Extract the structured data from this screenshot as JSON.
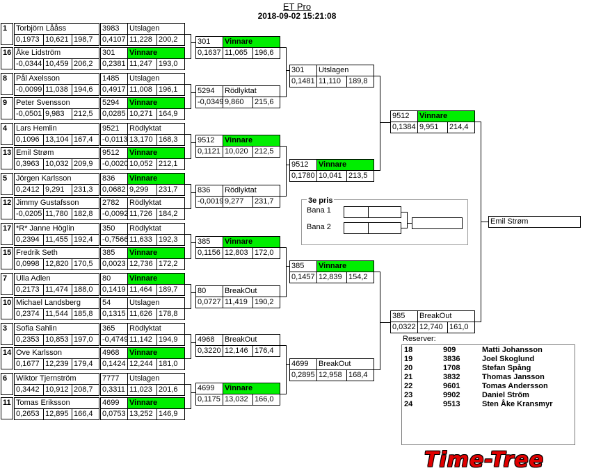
{
  "header": {
    "title": "ET Pro",
    "datetime": "2018-09-02 15:21:08"
  },
  "r1": [
    {
      "seed": "1",
      "name": "Torbjörn Lååss",
      "rt": "0,1973",
      "et": "10,621",
      "sp": "198,7",
      "lane": "3983",
      "res": "Utslagen",
      "rt2": "0,4107",
      "et2": "11,228",
      "sp2": "200,2",
      "win": false
    },
    {
      "seed": "16",
      "name": "Åke Lidström",
      "rt": "-0,0344",
      "et": "10,459",
      "sp": "206,2",
      "lane": "301",
      "res": "Vinnare",
      "rt2": "0,2381",
      "et2": "11,247",
      "sp2": "193,0",
      "win": true
    },
    {
      "seed": "8",
      "name": "Pål Axelsson",
      "rt": "-0,0099",
      "et": "11,038",
      "sp": "194,6",
      "lane": "1485",
      "res": "Utslagen",
      "rt2": "0,4917",
      "et2": "11,008",
      "sp2": "196,1",
      "win": false
    },
    {
      "seed": "9",
      "name": "Peter Svensson",
      "rt": "-0,0501",
      "et": "9,983",
      "sp": "212,5",
      "lane": "5294",
      "res": "Vinnare",
      "rt2": "0,0285",
      "et2": "10,271",
      "sp2": "164,9",
      "win": true
    },
    {
      "seed": "4",
      "name": "Lars Hemlin",
      "rt": "0,1096",
      "et": "13,104",
      "sp": "167,4",
      "lane": "9521",
      "res": "Rödlyktat",
      "rt2": "-0,0113",
      "et2": "13,170",
      "sp2": "168,3",
      "win": false
    },
    {
      "seed": "13",
      "name": "Emil Strøm",
      "rt": "0,3963",
      "et": "10,032",
      "sp": "209,9",
      "lane": "9512",
      "res": "Vinnare",
      "rt2": "-0,0020",
      "et2": "10,052",
      "sp2": "212,1",
      "win": true
    },
    {
      "seed": "5",
      "name": "Jörgen Karlsson",
      "rt": "0,2412",
      "et": "9,291",
      "sp": "231,3",
      "lane": "836",
      "res": "Vinnare",
      "rt2": "0,0682",
      "et2": "9,299",
      "sp2": "231,7",
      "win": true
    },
    {
      "seed": "12",
      "name": "Jimmy Gustafsson",
      "rt": "-0,0205",
      "et": "11,780",
      "sp": "182,8",
      "lane": "2782",
      "res": "Rödlyktat",
      "rt2": "-0,0092",
      "et2": "11,726",
      "sp2": "184,2",
      "win": false
    },
    {
      "seed": "17",
      "name": "*R* Janne Höglin",
      "rt": "0,2394",
      "et": "11,455",
      "sp": "192,4",
      "lane": "350",
      "res": "Rödlyktat",
      "rt2": "-0,7566",
      "et2": "11,633",
      "sp2": "192,3",
      "win": false
    },
    {
      "seed": "15",
      "name": "Fredrik Seth",
      "rt": "0,0998",
      "et": "12,820",
      "sp": "170,5",
      "lane": "385",
      "res": "Vinnare",
      "rt2": "0,0023",
      "et2": "12,736",
      "sp2": "172,2",
      "win": true
    },
    {
      "seed": "7",
      "name": "Ulla Adlen",
      "rt": "0,2173",
      "et": "11,474",
      "sp": "188,0",
      "lane": "80",
      "res": "Vinnare",
      "rt2": "0,1419",
      "et2": "11,464",
      "sp2": "189,7",
      "win": true
    },
    {
      "seed": "10",
      "name": "Michael Landsberg",
      "rt": "0,2374",
      "et": "11,544",
      "sp": "185,8",
      "lane": "54",
      "res": "Utslagen",
      "rt2": "0,1315",
      "et2": "11,626",
      "sp2": "178,8",
      "win": false
    },
    {
      "seed": "3",
      "name": "Sofia Sahlin",
      "rt": "0,2353",
      "et": "10,853",
      "sp": "197,0",
      "lane": "365",
      "res": "Rödlyktat",
      "rt2": "-0,4749",
      "et2": "11,142",
      "sp2": "194,9",
      "win": false
    },
    {
      "seed": "14",
      "name": "Ove Karlsson",
      "rt": "0,1677",
      "et": "12,239",
      "sp": "179,4",
      "lane": "4968",
      "res": "Vinnare",
      "rt2": "0,1424",
      "et2": "12,244",
      "sp2": "181,0",
      "win": true
    },
    {
      "seed": "6",
      "name": "Wiktor Tjernström",
      "rt": "0,3442",
      "et": "10,912",
      "sp": "208,7",
      "lane": "7777",
      "res": "Utslagen",
      "rt2": "0,3311",
      "et2": "11,023",
      "sp2": "201,6",
      "win": false
    },
    {
      "seed": "11",
      "name": "Tomas Eriksson",
      "rt": "0,2653",
      "et": "12,895",
      "sp": "166,4",
      "lane": "4699",
      "res": "Vinnare",
      "rt2": "0,0753",
      "et2": "13,252",
      "sp2": "146,9",
      "win": true
    }
  ],
  "r2": [
    {
      "lane": "301",
      "res": "Vinnare",
      "rt": "0,1637",
      "et": "11,065",
      "sp": "196,6",
      "win": true
    },
    {
      "lane": "5294",
      "res": "Rödlyktat",
      "rt": "-0,0349",
      "et": "9,860",
      "sp": "215,6",
      "win": false
    },
    {
      "lane": "9512",
      "res": "Vinnare",
      "rt": "0,1121",
      "et": "10,020",
      "sp": "212,5",
      "win": true
    },
    {
      "lane": "836",
      "res": "Rödlyktat",
      "rt": "-0,0019",
      "et": "9,277",
      "sp": "231,7",
      "win": false
    },
    {
      "lane": "385",
      "res": "Vinnare",
      "rt": "0,1156",
      "et": "12,803",
      "sp": "172,0",
      "win": true
    },
    {
      "lane": "80",
      "res": "BreakOut",
      "rt": "0,0727",
      "et": "11,419",
      "sp": "190,2",
      "win": false
    },
    {
      "lane": "4968",
      "res": "BreakOut",
      "rt": "0,3220",
      "et": "12,146",
      "sp": "176,4",
      "win": false
    },
    {
      "lane": "4699",
      "res": "Vinnare",
      "rt": "0,1175",
      "et": "13,032",
      "sp": "166,0",
      "win": true
    }
  ],
  "r3": [
    {
      "lane": "301",
      "res": "Utslagen",
      "rt": "0,1481",
      "et": "11,110",
      "sp": "189,8",
      "win": false
    },
    {
      "lane": "9512",
      "res": "Vinnare",
      "rt": "0,1780",
      "et": "10,041",
      "sp": "213,5",
      "win": true
    },
    {
      "lane": "385",
      "res": "Vinnare",
      "rt": "0,1457",
      "et": "12,839",
      "sp": "154,2",
      "win": true
    },
    {
      "lane": "4699",
      "res": "BreakOut",
      "rt": "0,2895",
      "et": "12,958",
      "sp": "168,4",
      "win": false
    }
  ],
  "r4": [
    {
      "lane": "9512",
      "res": "Vinnare",
      "rt": "0,1384",
      "et": "9,951",
      "sp": "214,4",
      "win": true
    },
    {
      "lane": "385",
      "res": "BreakOut",
      "rt": "0,0322",
      "et": "12,740",
      "sp": "161,0",
      "win": false
    }
  ],
  "champion": "Emil Strøm",
  "third": {
    "title": "3e pris",
    "bana1": "Bana 1",
    "bana2": "Bana 2"
  },
  "reserves": {
    "title": "Reserver:",
    "rows": [
      {
        "n": "18",
        "id": "909",
        "name": "Matti Johansson"
      },
      {
        "n": "19",
        "id": "3836",
        "name": "Joel Skoglund"
      },
      {
        "n": "20",
        "id": "1708",
        "name": "Stefan Spång"
      },
      {
        "n": "21",
        "id": "3832",
        "name": "Thomas Jansson"
      },
      {
        "n": "22",
        "id": "9601",
        "name": "Tomas Andersson"
      },
      {
        "n": "23",
        "id": "9902",
        "name": "Daniel Ström"
      },
      {
        "n": "24",
        "id": "9513",
        "name": "Sten Åke Kransmyr"
      }
    ]
  },
  "logo": "Time-Tree",
  "colors": {
    "winner": "#00ee00",
    "logo": "#e00000"
  }
}
